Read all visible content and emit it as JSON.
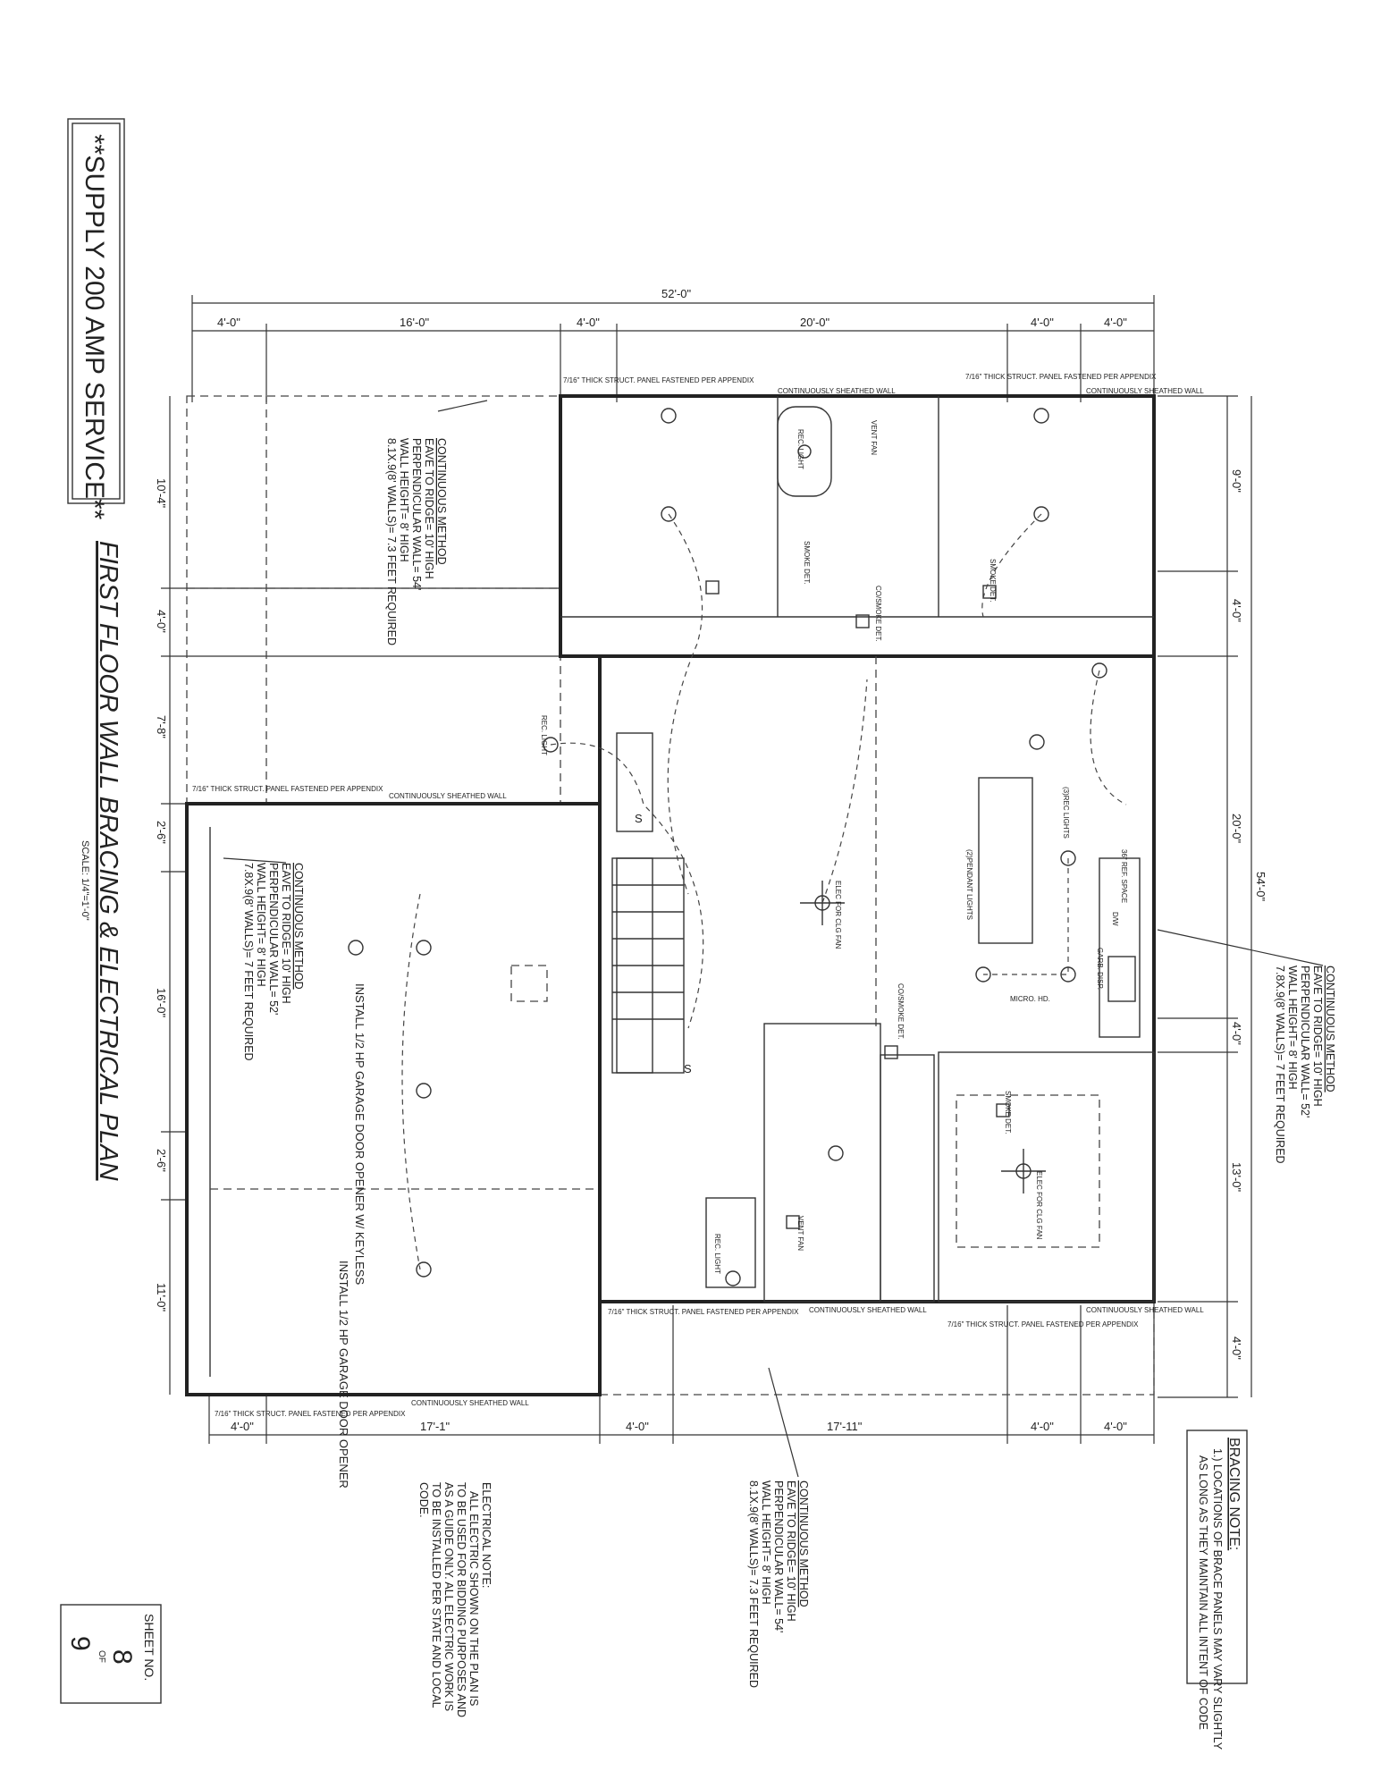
{
  "service_note": "**SUPPLY 200 AMP SERVICE**",
  "title": "FIRST FLOOR WALL BRACING & ELECTRICAL PLAN",
  "scale": "SCALE: 1/4\"=1'-0\"",
  "dimensions": {
    "overall_width": "52'-0\"",
    "overall_depth": "54'-0\"",
    "top": [
      "4'-0\"",
      "16'-0\"",
      "4'-0\"",
      "20'-0\"",
      "4'-0\"",
      "4'-0\""
    ],
    "bottom": [
      "4'-0\"",
      "17'-1\"",
      "4'-0\"",
      "17'-11\"",
      "4'-0\"",
      "4'-0\""
    ],
    "left": [
      "10'-4\"",
      "4'-0\"",
      "7'-8\"",
      "2'-6\"",
      "16'-0\"",
      "2'-6\"",
      "11'-0\""
    ],
    "right": [
      "9'-0\"",
      "4'-0\"",
      "20'-0\"",
      "4'-0\"",
      "13'-0\"",
      "4'-0\""
    ]
  },
  "continuous_notes": [
    {
      "title": "CONTINUOUS METHOD",
      "lines": [
        "EAVE TO RIDGE= 10' HIGH",
        "PERPENDICULAR WALL= 54'",
        "WALL HEIGHT= 8' HIGH",
        "8.1X.9(8' WALLS)= 7.3 FEET REQUIRED"
      ]
    },
    {
      "title": "CONTINUOUS METHOD",
      "lines": [
        "EAVE TO RIDGE= 10' HIGH",
        "PERPENDICULAR WALL= 52'",
        "WALL HEIGHT= 8' HIGH",
        "7.8X.9(8' WALLS)= 7 FEET REQUIRED"
      ]
    },
    {
      "title": "CONTINUOUS METHOD",
      "lines": [
        "EAVE TO RIDGE= 10' HIGH",
        "PERPENDICULAR WALL= 52'",
        "WALL HEIGHT= 8' HIGH",
        "7.8X.9(8' WALLS)= 7 FEET REQUIRED"
      ]
    },
    {
      "title": "CONTINUOUS METHOD",
      "lines": [
        "EAVE TO RIDGE= 10' HIGH",
        "PERPENDICULAR WALL= 54'",
        "WALL HEIGHT= 8' HIGH",
        "8.1X.9(8' WALLS)= 7.3 FEET REQUIRED"
      ]
    }
  ],
  "labels": {
    "rec_light": "REC. LIGHT",
    "vent_fan": "VENT FAN",
    "smoke_det": "SMOKE DET.",
    "co_smoke_det": "CO/SMOKE DET.",
    "clg_fan": "ELEC FOR CLG FAN",
    "pendant": "(2)PENDANT LIGHTS",
    "rec_lights3": "(3)REC LIGHTS",
    "ref_space": "36\" REF. SPACE",
    "dw": "D/W",
    "garb_disp": "GARB. DISP.",
    "micro_hd": "MICRO. HD.",
    "garage_opener_1": "INSTALL 1/2 HP GARAGE DOOR OPENER W/ KEYLESS",
    "garage_opener_2": "INSTALL 1/2 HP GARAGE DOOR OPENER",
    "sheathed": "CONTINUOUSLY SHEATHED WALL",
    "struct_panel": "7/16\" THICK STRUCT. PANEL FASTENED PER APPENDIX",
    "switch": "S"
  },
  "electrical_note": {
    "title": "ELECTRICAL NOTE:",
    "lines": [
      "ALL ELECTRIC SHOWN ON THE PLAN IS",
      "TO BE USED FOR BIDDING PURPOSES AND",
      "AS A GUIDE ONLY. ALL ELECTRIC WORK IS",
      "TO BE INSTALLED PER STATE AND LOCAL",
      "CODE."
    ]
  },
  "bracing_note": {
    "title": "BRACING NOTE:",
    "lines": [
      "1.) LOCATIONS OF BRACE PANELS MAY VARY SLIGHTLY",
      "AS LONG AS THEY MAINTAIN ALL INTENT OF CODE"
    ]
  },
  "sheet": {
    "label": "SHEET NO.",
    "number": "8",
    "of": "OF",
    "total": "9"
  }
}
